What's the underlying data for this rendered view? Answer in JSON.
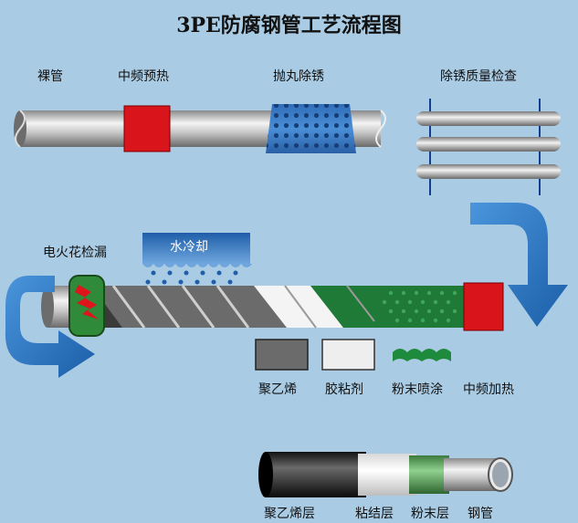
{
  "title": "3PE防腐钢管工艺流程图",
  "labels": {
    "bare_pipe": "裸管",
    "mid_freq_preheat": "中频预热",
    "shot_blast": "抛丸除锈",
    "rust_check": "除锈质量检查",
    "spark_test": "电火花检漏",
    "water_cool": "水冷却",
    "polyethylene": "聚乙烯",
    "adhesive": "胶粘剂",
    "powder_spray": "粉末喷涂",
    "mid_freq_heat": "中频加热"
  },
  "layers": {
    "pe_layer": "聚乙烯层",
    "adhesive_layer": "粘结层",
    "powder_layer": "粉末层",
    "steel_pipe": "钢管"
  },
  "colors": {
    "background": "#a9cbe3",
    "heater_red": "#d9141b",
    "blast_blue": "#3a7fc8",
    "powder_green": "#1e8a3c",
    "arrow_blue": "#1f6fbf"
  }
}
